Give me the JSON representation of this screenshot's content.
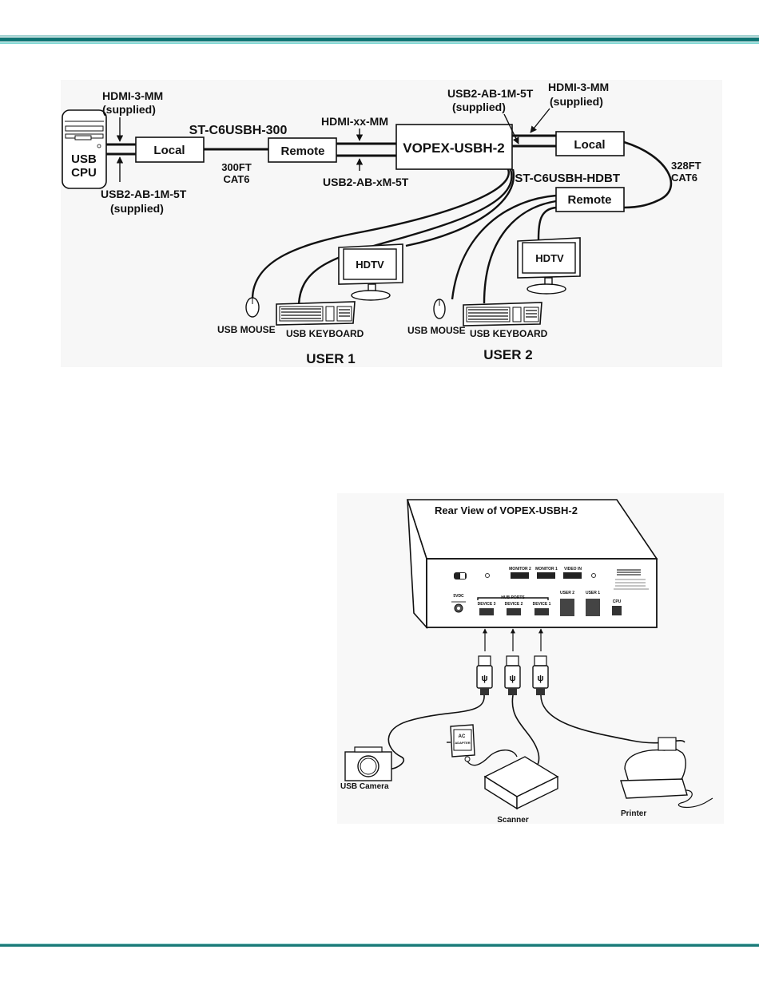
{
  "page": {
    "accent_color": "#0f7574"
  },
  "diagram1": {
    "cpu": {
      "line1": "USB",
      "line2": "CPU"
    },
    "labels": {
      "hdmi_left": "HDMI-3-MM",
      "hdmi_left_sub": "(supplied)",
      "usb_left": "USB2-AB-1M-5T",
      "usb_left_sub": "(supplied)",
      "extender1": "ST-C6USBH-300",
      "cable1_line1": "300FT",
      "cable1_line2": "CAT6",
      "hdmi_mid": "HDMI-xx-MM",
      "usb_mid": "USB2-AB-xM-5T",
      "usb_right": "USB2-AB-1M-5T",
      "usb_right_sub": "(supplied)",
      "hdmi_right": "HDMI-3-MM",
      "hdmi_right_sub": "(supplied)",
      "extender2": "ST-C6USBH-HDBT",
      "cable2_line1": "328FT",
      "cable2_line2": "CAT6"
    },
    "boxes": {
      "local1": "Local",
      "remote1": "Remote",
      "main": "VOPEX-USBH-2",
      "local2": "Local",
      "remote2": "Remote"
    },
    "user1": {
      "mouse": "USB MOUSE",
      "keyboard": "USB KEYBOARD",
      "tv": "HDTV",
      "title": "USER 1"
    },
    "user2": {
      "mouse": "USB MOUSE",
      "keyboard": "USB KEYBOARD",
      "tv": "HDTV",
      "title": "USER 2"
    }
  },
  "diagram2": {
    "title": "Rear View of VOPEX-USBH-2",
    "ports": {
      "monitor2": "MONITOR 2",
      "monitor1": "MONITOR 1",
      "video_in": "VIDEO IN",
      "power": "5VDC",
      "hub_ports": "HUB PORTS",
      "device3": "DEVICE 3",
      "device2": "DEVICE 2",
      "device1": "DEVICE 1",
      "user2": "USER 2",
      "user1": "USER 1",
      "cpu": "CPU"
    },
    "devices": {
      "camera": "USB Camera",
      "adapter_line1": "AC",
      "adapter_line2": "ADAPTER",
      "scanner": "Scanner",
      "printer": "Printer"
    }
  }
}
